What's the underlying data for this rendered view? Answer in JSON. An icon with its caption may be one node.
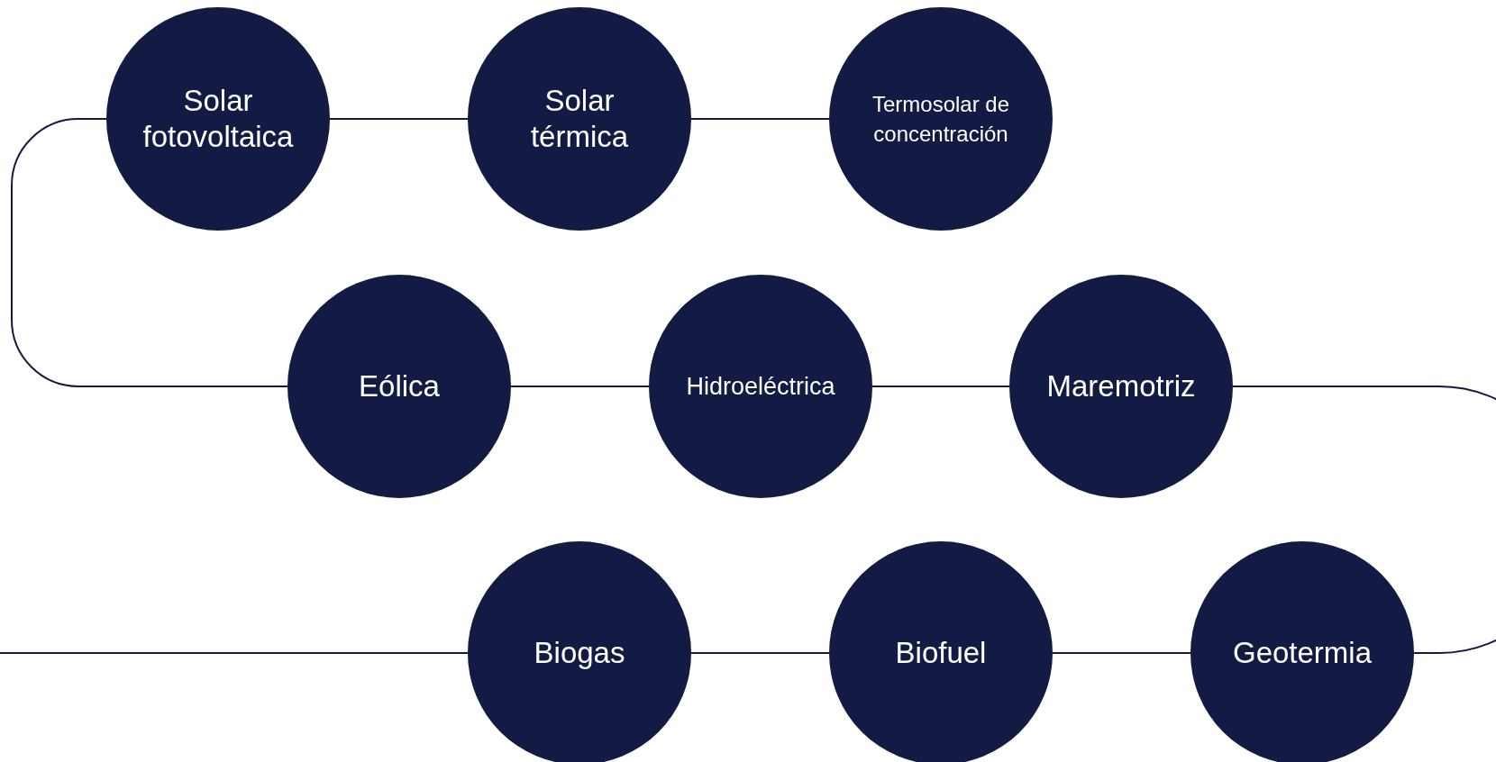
{
  "diagram": {
    "nodes": [
      {
        "text": [
          "Solar fotovoltaica"
        ]
      },
      {
        "text": [
          "Solar térmica"
        ]
      },
      {
        "text": [
          "Termosolar de concentración"
        ]
      },
      {
        "text": [
          "Eólica"
        ]
      },
      {
        "text": [
          "Hidroeléctrica"
        ]
      },
      {
        "text": [
          "Maremotriz"
        ]
      },
      {
        "text": [
          "Biogas"
        ]
      },
      {
        "text": [
          "Biofuel"
        ]
      },
      {
        "text": [
          "Geotermia"
        ]
      }
    ],
    "edges": [
      {
        "from": 0,
        "to": 1,
        "arrow": "none"
      },
      {
        "from": 1,
        "to": 2,
        "arrow": "none"
      },
      {
        "from": 0,
        "to": 3,
        "arrow": "none"
      },
      {
        "from": 3,
        "to": 4,
        "arrow": "none"
      },
      {
        "from": 4,
        "to": 5,
        "arrow": "none"
      },
      {
        "from": 5,
        "to": 8,
        "arrow": "none"
      },
      {
        "from": 8,
        "to": 7,
        "arrow": "none"
      },
      {
        "from": 7,
        "to": 6,
        "arrow": "none"
      },
      {
        "from": null,
        "to": 6,
        "arrow": "none"
      }
    ]
  }
}
